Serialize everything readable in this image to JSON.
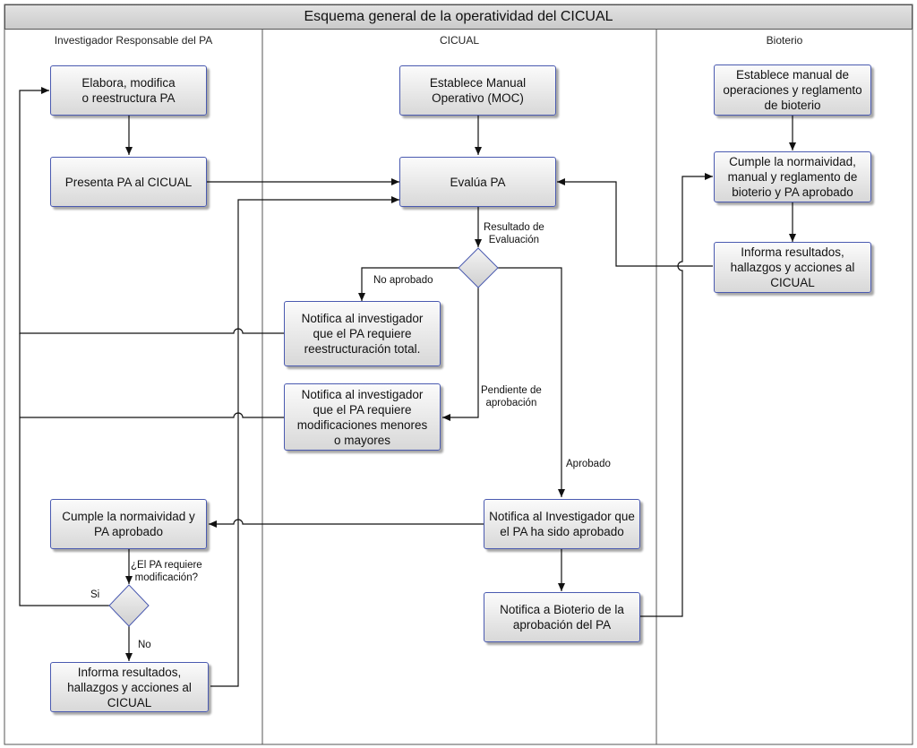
{
  "title": "Esquema general de la operatividad del CICUAL",
  "lanes": {
    "investigador": "Investigador Responsable del PA",
    "cicual": "CICUAL",
    "bioterio": "Bioterio"
  },
  "boxes": {
    "elabora": "Elabora, modifica\no reestructura PA",
    "presenta": "Presenta PA al CICUAL",
    "cumple_inv": "Cumple la normaividad y\nPA aprobado",
    "informa_inv": "Informa resultados,\nhallazgos y acciones al\nCICUAL",
    "establece_moc": "Establece Manual\nOperativo (MOC)",
    "evalua": "Evalúa PA",
    "notifica_total": "Notifica al investigador\nque el PA requiere\nreestructuración total.",
    "notifica_menores": "Notifica al investigador\nque el PA requiere\nmodificaciones menores\no mayores",
    "notifica_aprobado": "Notifica al Investigador que\nel PA ha sido aprobado",
    "notifica_bioterio": "Notifica a Bioterio de la\naprobación del PA",
    "establece_bioterio": "Establece manual de\noperaciones y reglamento\nde bioterio",
    "cumple_bioterio": "Cumple la normaividad,\nmanual y reglamento de\nbioterio y PA aprobado",
    "informa_bioterio": "Informa resultados,\nhallazgos y acciones al\nCICUAL"
  },
  "labels": {
    "resultado": "Resultado de\nEvaluación",
    "no_aprobado": "No aprobado",
    "pendiente": "Pendiente de\naprobación",
    "aprobado": "Aprobado",
    "requiere_mod": "¿El PA requiere\nmodificación?",
    "si": "Si",
    "no": "No"
  },
  "colors": {
    "box_border": "#4a5ab0",
    "line": "#111111",
    "diamond_fill": "#dcdcdc"
  }
}
